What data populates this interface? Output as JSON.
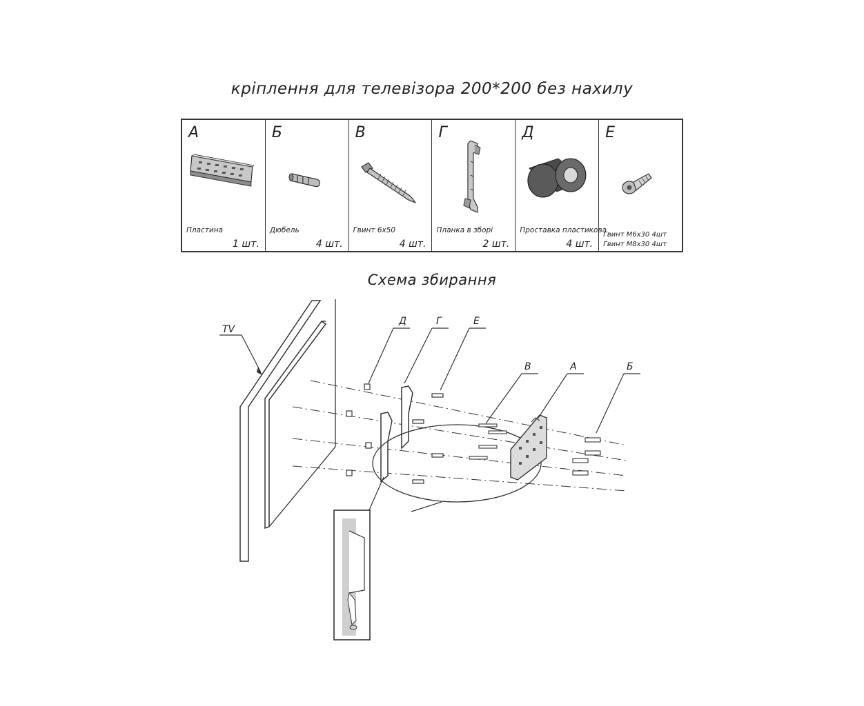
{
  "title": "кріплення для телевізора 200*200 без нахилу",
  "parts": [
    {
      "letter": "А",
      "name": "Пластина",
      "qty": "1 шт."
    },
    {
      "letter": "Б",
      "name": "Дюбель",
      "qty": "4 шт."
    },
    {
      "letter": "В",
      "name": "Гвинт 6х50",
      "qty": "4 шт."
    },
    {
      "letter": "Г",
      "name": "Планка в зборі",
      "qty": "2 шт."
    },
    {
      "letter": "Д",
      "name": "Проставка пластикова",
      "qty": "4 шт."
    },
    {
      "letter": "Е",
      "name_line1": "Гвинт М6х30  4шт",
      "name_line2": "Гвинт М8х30 4шт"
    }
  ],
  "scheme": {
    "title": "Схема збирання",
    "labels": {
      "tv": "TV",
      "d": "Д",
      "g": "Г",
      "e": "Е",
      "v": "В",
      "a": "А",
      "b": "Б"
    }
  }
}
